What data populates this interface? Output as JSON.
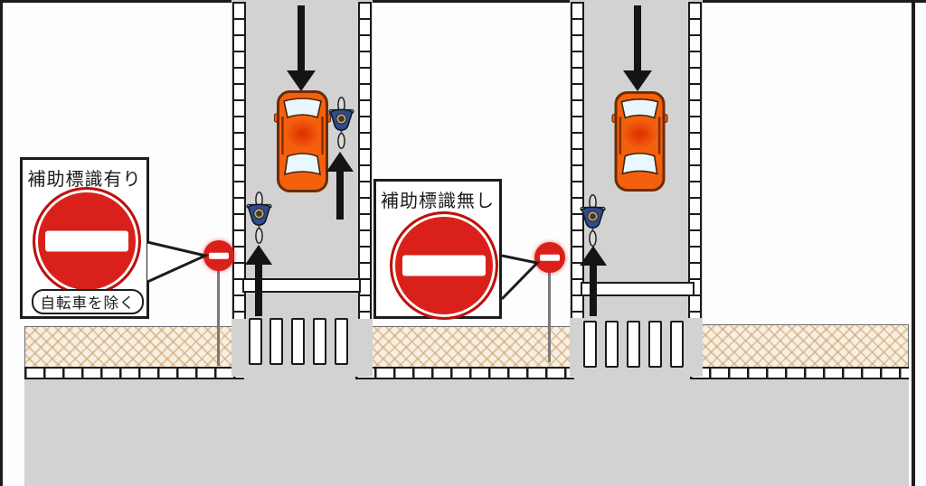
{
  "diagram_topic": "one-way road no-entry signage for bicycles",
  "callouts": {
    "with_supplementary": {
      "title": "補助標識有り",
      "supplementary_plate": "自転車を除く"
    },
    "without_supplementary": {
      "title": "補助標識無し"
    }
  },
  "colors": {
    "no_entry_red": "#da201a",
    "car_orange": "#f4610d",
    "road_gray": "#d2d2d2",
    "sidewalk_cream": "#f7efe1",
    "sidewalk_hatch_line": "#cda069",
    "cyclist_blue": "#2e4c8f",
    "arrow_black": "#141414"
  },
  "icons": {
    "no_entry_sign": "red circle with white horizontal bar",
    "car_top_view": "orange car viewed from above driving downward",
    "bicycle_top_view": "cyclist viewed from above riding upward",
    "down_arrow": "traffic direction arrow",
    "up_arrow": "bicycle counterflow arrow"
  }
}
